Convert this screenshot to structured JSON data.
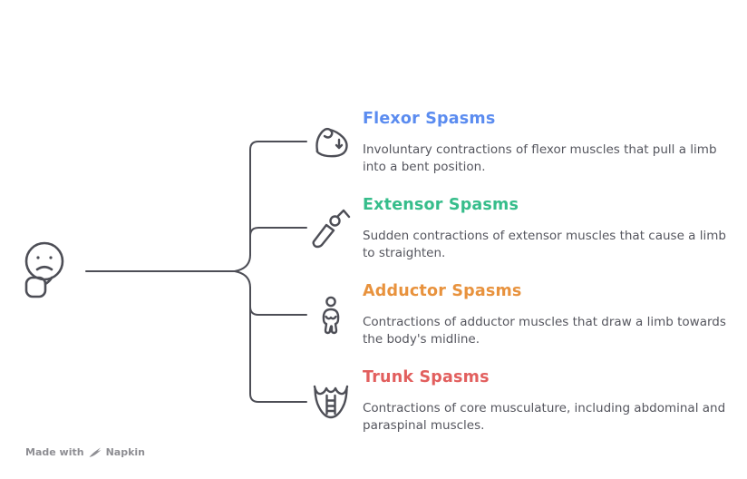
{
  "canvas": {
    "background": "#ffffff"
  },
  "colors": {
    "line": "#4d4e56",
    "description_text": "#55565e",
    "footer_text": "#8e8e93"
  },
  "root": {
    "icon": "thinking-face-icon"
  },
  "items": [
    {
      "title": "Flexor Spasms",
      "title_color": "#5b8cf0",
      "icon": "flexed-bicep-icon",
      "description": "Involuntary contractions of flexor muscles that pull a limb into a bent position."
    },
    {
      "title": "Extensor Spasms",
      "title_color": "#36bd8b",
      "icon": "extended-limb-icon",
      "description": "Sudden contractions of extensor muscles that cause a limb to straighten."
    },
    {
      "title": "Adductor Spasms",
      "title_color": "#e8923d",
      "icon": "person-legs-together-icon",
      "description": "Contractions of adductor muscles that draw a limb towards the body's midline."
    },
    {
      "title": "Trunk Spasms",
      "title_color": "#e25f5e",
      "icon": "torso-abs-icon",
      "description": "Contractions of core musculature, including abdominal and paraspinal muscles."
    }
  ],
  "footer": {
    "made_with": "Made with",
    "brand": "Napkin"
  }
}
